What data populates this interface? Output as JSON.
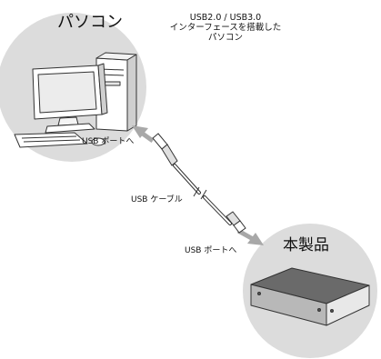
{
  "pc": {
    "title": "パソコン"
  },
  "device": {
    "title": "本製品"
  },
  "note": {
    "lines": [
      "USB2.0 / USB3.0",
      "インターフェースを搭載した",
      "パソコン"
    ]
  },
  "labels": {
    "usb_port_pc": "USB ポートへ",
    "usb_cable": "USB ケーブル",
    "usb_port_device": "USB ポートへ"
  },
  "colors": {
    "circle": "#dcdcdc",
    "arrow": "#a8a8a8",
    "outline": "#333333"
  }
}
